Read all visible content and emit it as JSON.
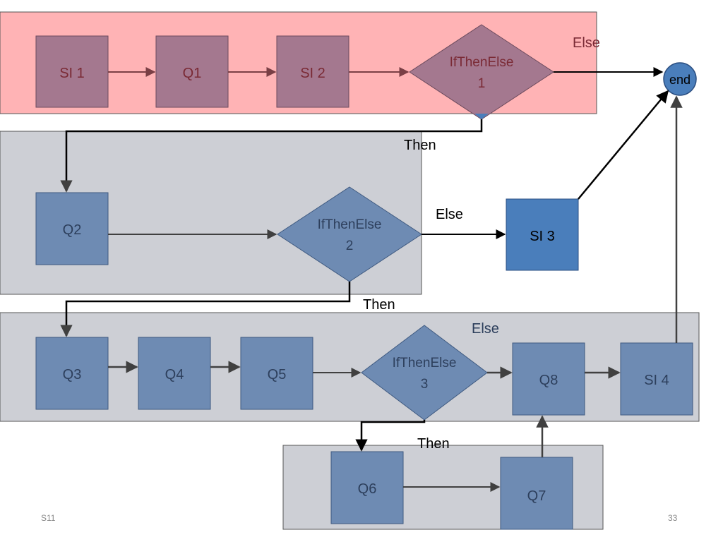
{
  "nodes": {
    "si1": "SI 1",
    "q1": "Q1",
    "si2": "SI 2",
    "ite1": [
      "IfThenElse",
      "1"
    ],
    "end": "end",
    "q2": "Q2",
    "ite2": [
      "IfThenElse",
      "2"
    ],
    "si3": "SI 3",
    "q3": "Q3",
    "q4": "Q4",
    "q5": "Q5",
    "ite3": [
      "IfThenElse",
      "3"
    ],
    "q8": "Q8",
    "si4": "SI 4",
    "q6": "Q6",
    "q7": "Q7"
  },
  "edge_labels": {
    "else1": "Else",
    "then1": "Then",
    "else2": "Else",
    "then2": "Then",
    "else3": "Else",
    "then3": "Then"
  },
  "footer": {
    "left": "S11",
    "page": "33"
  },
  "colors": {
    "red_group": "#ffb3b5",
    "gray_group": "#cdcfd5",
    "mauve_node": "#a4788f",
    "blue_node": "#6e8bb3",
    "bright_blue": "#4a7ebb",
    "dark_arrow": "#7a3f45"
  }
}
